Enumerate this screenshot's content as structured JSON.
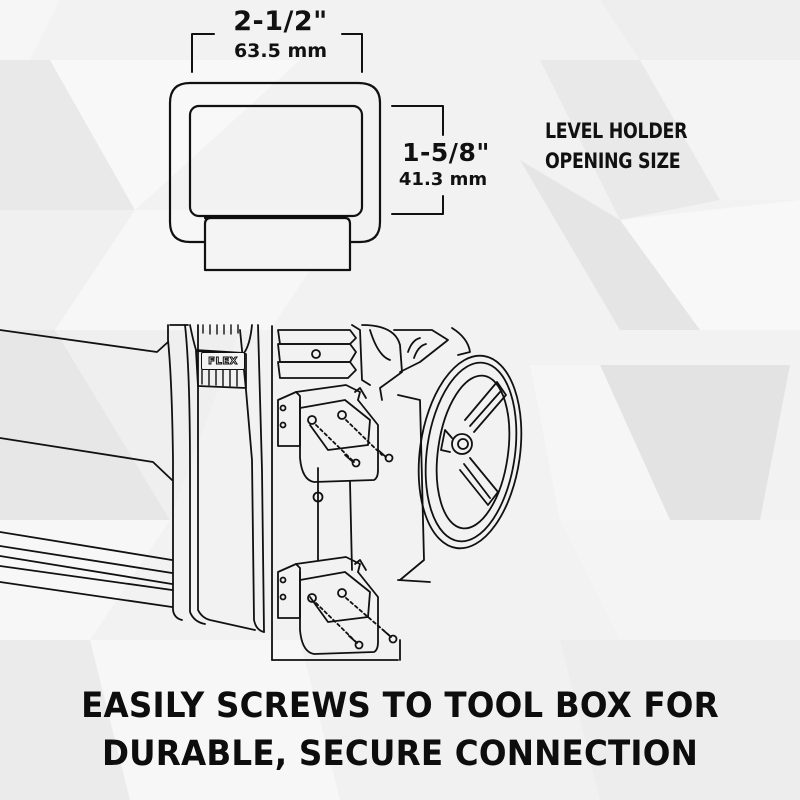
{
  "dimensions": {
    "width": {
      "imperial": "2-1/2\"",
      "metric": "63.5 mm"
    },
    "height": {
      "imperial": "1-5/8\"",
      "metric": "41.3 mm"
    }
  },
  "callout": {
    "line1": "LEVEL HOLDER",
    "line2": "OPENING SIZE"
  },
  "illustration": {
    "brand_badge": "FLEX",
    "subject": "level holder brackets screwed to tool box side",
    "bracket_count": 2,
    "screws_per_bracket": 2
  },
  "headline": {
    "line1": "EASILY SCREWS TO TOOL BOX FOR",
    "line2": "DURABLE, SECURE CONNECTION"
  },
  "colors": {
    "ink": "#111111",
    "background": "#f3f3f3",
    "facet_light": "#fafafa",
    "facet_dark": "#e6e6e6"
  }
}
